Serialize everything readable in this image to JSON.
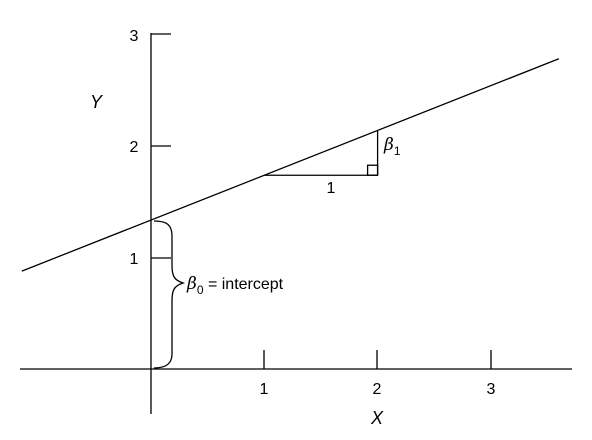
{
  "diagram": {
    "x_axis": {
      "label": "X",
      "ticks": [
        "1",
        "2",
        "3"
      ]
    },
    "y_axis": {
      "label": "Y",
      "ticks": [
        "1",
        "2",
        "3"
      ]
    },
    "line": {
      "intercept": 1.33,
      "slope": 0.4
    },
    "slope_triangle": {
      "run_label": "1",
      "rise_symbol": "β",
      "rise_subscript": "1"
    },
    "intercept_annotation": {
      "symbol": "β",
      "subscript": "0",
      "text": " = intercept"
    }
  }
}
